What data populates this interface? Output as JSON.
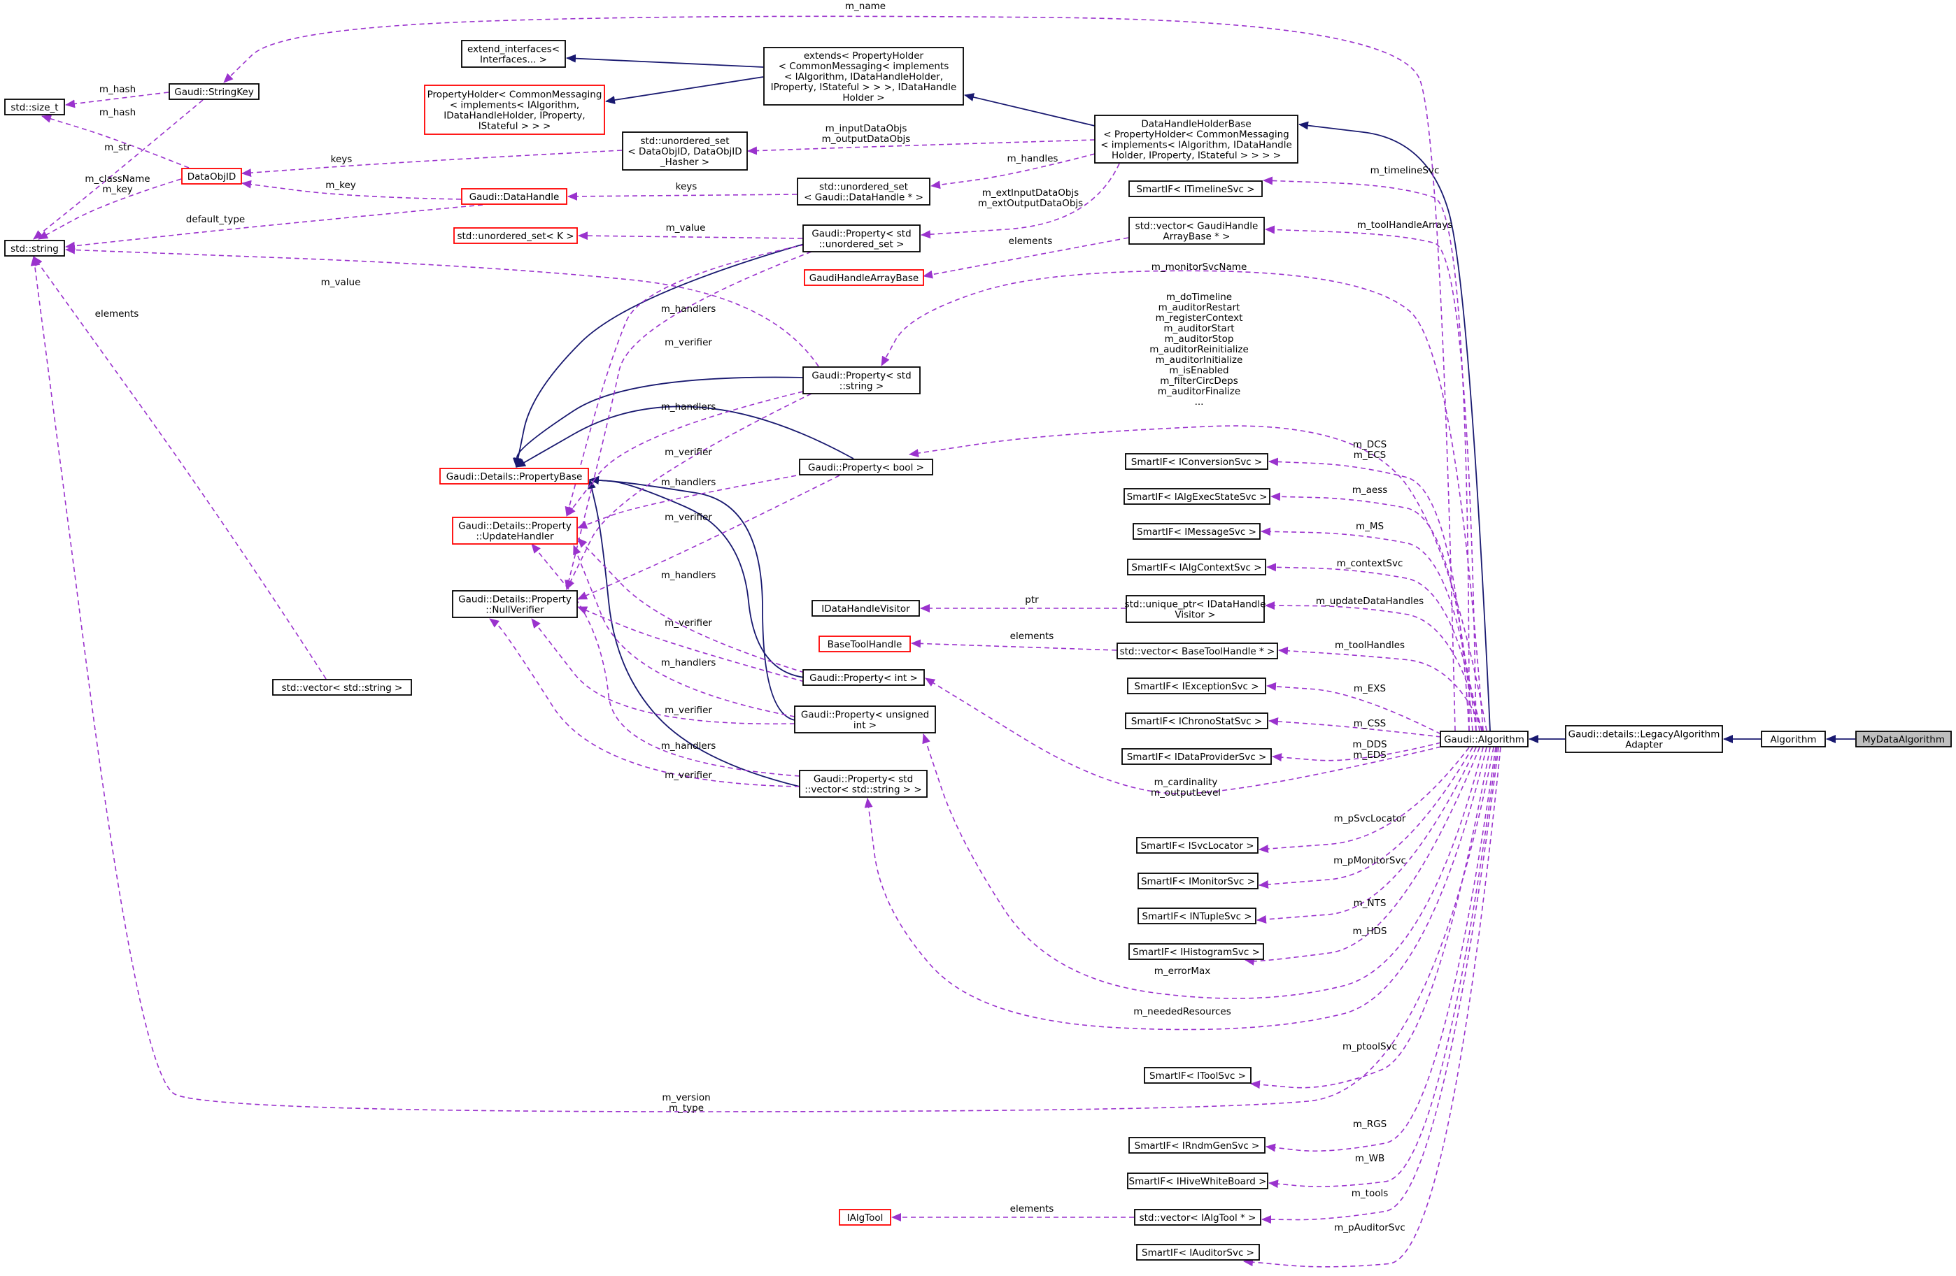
{
  "diagram": {
    "colors": {
      "inheritance_edge": "#191970",
      "usage_edge": "#9a32cd",
      "node_border": "#000000",
      "incomplete_node_border": "#ff0000",
      "highlighted_node_fill": "#bfbfbf"
    },
    "nodes": {
      "mydata": [
        "MyDataAlgorithm"
      ],
      "algorithm": [
        "Algorithm"
      ],
      "legacy": [
        "Gaudi::details::LegacyAlgorithm",
        "Adapter"
      ],
      "galg": [
        "Gaudi::Algorithm"
      ],
      "dhhb": [
        "DataHandleHolderBase",
        "< PropertyHolder< CommonMessaging",
        "< implements< IAlgorithm, IDataHandle",
        "Holder, IProperty, IStateful > > > >"
      ],
      "extends": [
        "extends< PropertyHolder",
        "< CommonMessaging< implements",
        "< IAlgorithm, IDataHandleHolder,",
        "IProperty, IStateful > > >, IDataHandle",
        "Holder >"
      ],
      "extif": [
        "extend_interfaces<",
        "Interfaces... >"
      ],
      "propholder": [
        "PropertyHolder< CommonMessaging",
        "< implements< IAlgorithm,",
        "IDataHandleHolder, IProperty,",
        "IStateful > > >"
      ],
      "stringkey": [
        "Gaudi::StringKey"
      ],
      "sizet": [
        "std::size_t"
      ],
      "dataobjid": [
        "DataObjID"
      ],
      "stdstring": [
        "std::string"
      ],
      "useti": [
        "std::unordered_set",
        "< DataObjID, DataObjID",
        "_Hasher >"
      ],
      "usetdh": [
        "std::unordered_set",
        "< Gaudi::DataHandle * >"
      ],
      "datahandle": [
        "Gaudi::DataHandle"
      ],
      "usetk": [
        "std::unordered_set< K >"
      ],
      "propuset": [
        "Gaudi::Property< std",
        "::unordered_set >"
      ],
      "gharraybase": [
        "GaudiHandleArrayBase"
      ],
      "propstring": [
        "Gaudi::Property< std",
        "::string >"
      ],
      "propbool": [
        "Gaudi::Property< bool >"
      ],
      "propbase": [
        "Gaudi::Details::PropertyBase"
      ],
      "updhandler": [
        "Gaudi::Details::Property",
        "::UpdateHandler"
      ],
      "nullverifier": [
        "Gaudi::Details::Property",
        "::NullVerifier"
      ],
      "dhvisitor": [
        "IDataHandleVisitor"
      ],
      "basetoolhandle": [
        "BaseToolHandle"
      ],
      "propint": [
        "Gaudi::Property< int >"
      ],
      "propuint": [
        "Gaudi::Property< unsigned",
        "int >"
      ],
      "vecstring": [
        "std::vector< std::string >"
      ],
      "propvecstr": [
        "Gaudi::Property< std",
        "::vector< std::string > >"
      ],
      "timeline": [
        "SmartIF< ITimelineSvc >"
      ],
      "vecgh": [
        "std::vector< GaudiHandle",
        "ArrayBase * >"
      ],
      "conversion": [
        "SmartIF< IConversionSvc >"
      ],
      "execstate": [
        "SmartIF< IAlgExecStateSvc >"
      ],
      "message": [
        "SmartIF< IMessageSvc >"
      ],
      "algctx": [
        "SmartIF< IAlgContextSvc >"
      ],
      "uniqueptr": [
        "std::unique_ptr< IDataHandle",
        "Visitor >"
      ],
      "vecbth": [
        "std::vector< BaseToolHandle * >"
      ],
      "exception": [
        "SmartIF< IExceptionSvc >"
      ],
      "chrono": [
        "SmartIF< IChronoStatSvc >"
      ],
      "dataprov": [
        "SmartIF< IDataProviderSvc >"
      ],
      "svcloc": [
        "SmartIF< ISvcLocator >"
      ],
      "monitor": [
        "SmartIF< IMonitorSvc >"
      ],
      "ntuple": [
        "SmartIF< INTupleSvc >"
      ],
      "histo": [
        "SmartIF< IHistogramSvc >"
      ],
      "tool": [
        "SmartIF< IToolSvc >"
      ],
      "rndm": [
        "SmartIF< IRndmGenSvc >"
      ],
      "whiteboard": [
        "SmartIF< IHiveWhiteBoard >"
      ],
      "vecalgtool": [
        "std::vector< IAlgTool * >"
      ],
      "ialgtool": [
        "IAlgTool"
      ],
      "auditor": [
        "SmartIF< IAuditorSvc >"
      ]
    },
    "labels": {
      "m_name": [
        "m_name"
      ],
      "sk_hash": [
        "m_hash"
      ],
      "doi_hash": [
        "m_hash"
      ],
      "m_str": [
        "m_str"
      ],
      "doi_classname": [
        "m_className",
        "m_key"
      ],
      "dh_key": [
        "m_key"
      ],
      "default_type": [
        "default_type"
      ],
      "keys1": [
        "keys"
      ],
      "keys2": [
        "keys"
      ],
      "inout": [
        "m_inputDataObjs",
        "m_outputDataObjs"
      ],
      "m_handles": [
        "m_handles"
      ],
      "ext_inout": [
        "m_extInputDataObjs",
        "m_extOutputDataObjs"
      ],
      "uset_value": [
        "m_value"
      ],
      "str_value": [
        "m_value"
      ],
      "elements_gh": [
        "elements"
      ],
      "elements_vs": [
        "elements"
      ],
      "timeline": [
        "m_timelineSvc"
      ],
      "tool_arrays": [
        "m_toolHandleArrays"
      ],
      "monitor_name": [
        "m_monitorSvcName"
      ],
      "bool_props": [
        "m_doTimeline",
        "m_auditorRestart",
        "m_registerContext",
        "m_auditorStart",
        "m_auditorStop",
        "m_auditorReinitialize",
        "m_auditorInitialize",
        "m_isEnabled",
        "m_filterCircDeps",
        "m_auditorFinalize",
        "..."
      ],
      "h1": [
        "m_handlers"
      ],
      "v1": [
        "m_verifier"
      ],
      "h2": [
        "m_handlers"
      ],
      "v2": [
        "m_verifier"
      ],
      "h3": [
        "m_handlers"
      ],
      "v3": [
        "m_verifier"
      ],
      "h4": [
        "m_handlers"
      ],
      "v4": [
        "m_verifier"
      ],
      "h5": [
        "m_handlers"
      ],
      "v5": [
        "m_verifier"
      ],
      "h6": [
        "m_handlers"
      ],
      "v6": [
        "m_verifier"
      ],
      "dcs": [
        "m_DCS",
        "m_ECS"
      ],
      "aess": [
        "m_aess"
      ],
      "ms": [
        "m_MS"
      ],
      "ctx": [
        "m_contextSvc"
      ],
      "ptr": [
        "ptr"
      ],
      "update_dh": [
        "m_updateDataHandles"
      ],
      "elements_bth": [
        "elements"
      ],
      "tool_handles": [
        "m_toolHandles"
      ],
      "exs": [
        "m_EXS"
      ],
      "css": [
        "m_CSS"
      ],
      "dds": [
        "m_DDS",
        "m_EDS"
      ],
      "vec_value": [
        "m_value"
      ],
      "cardinality": [
        "m_cardinality",
        "m_outputLevel"
      ],
      "svcloc": [
        "m_pSvcLocator"
      ],
      "pmonitor": [
        "m_pMonitorSvc"
      ],
      "nts": [
        "m_NTS"
      ],
      "hds": [
        "m_HDS"
      ],
      "errormax": [
        "m_errorMax"
      ],
      "needed": [
        "m_neededResources"
      ],
      "ptool": [
        "m_ptoolSvc"
      ],
      "version": [
        "m_version",
        "m_type"
      ],
      "rgs": [
        "m_RGS"
      ],
      "wb": [
        "m_WB"
      ],
      "tools": [
        "m_tools"
      ],
      "elements_at": [
        "elements"
      ],
      "pauditor": [
        "m_pAuditorSvc"
      ]
    }
  }
}
